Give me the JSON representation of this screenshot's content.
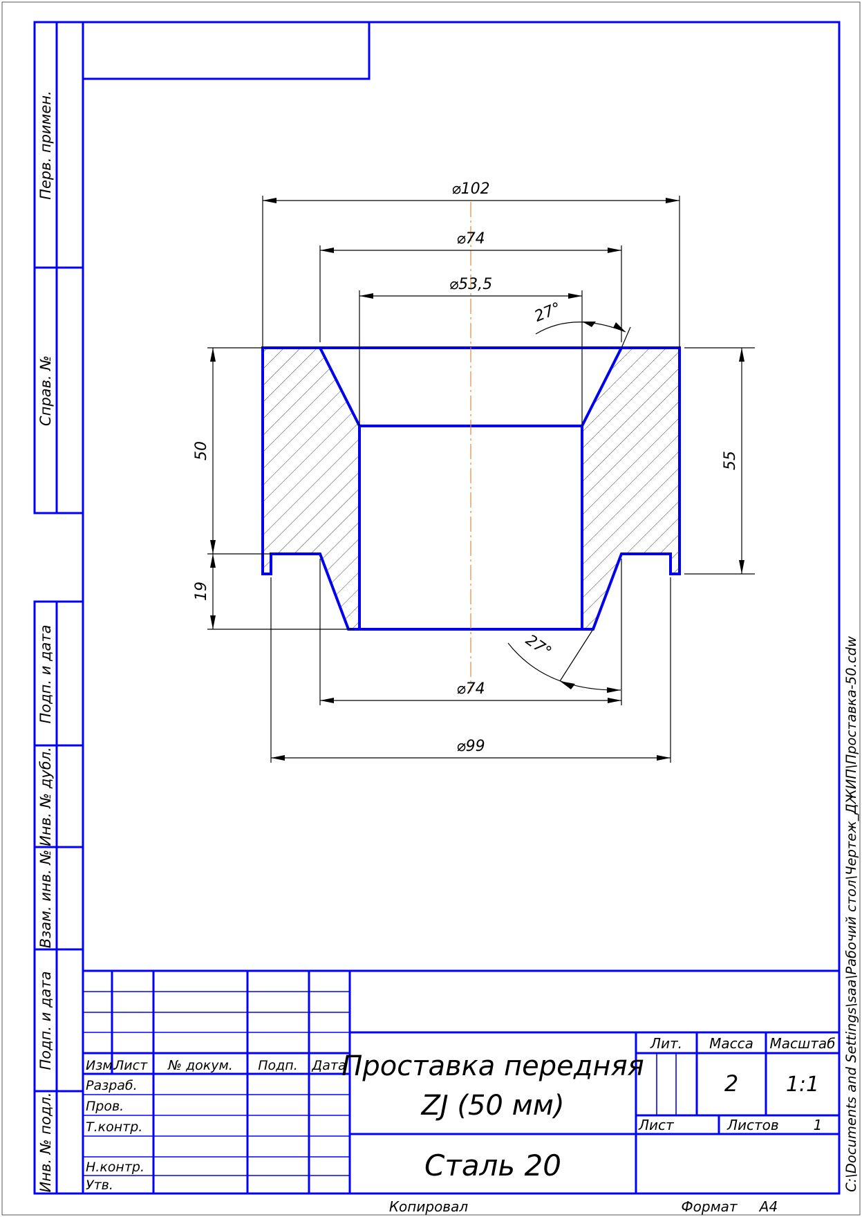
{
  "side_labels": {
    "perv_primen": "Перв. примен.",
    "sprav_no": "Справ. №",
    "podp_i_data_1": "Подп. и дата",
    "inv_no_dubl": "Инв. № дубл.",
    "vzam_inv_no": "Взам. инв. №",
    "podp_i_data_2": "Подп. и дата",
    "inv_no_podl": "Инв. № подл."
  },
  "dimensions": {
    "d_top_outer": "⌀102",
    "d_top_cone": "⌀74",
    "d_bore": "⌀53,5",
    "d_bottom_cone": "⌀74",
    "d_bottom_outer": "⌀99",
    "h_upper": "50",
    "h_lower": "19",
    "h_total": "55",
    "angle_top": "27°",
    "angle_bottom": "27°"
  },
  "title_block": {
    "headers": {
      "izm": "Изм.",
      "list": "Лист",
      "n_dokum": "№ докум.",
      "podp": "Подп.",
      "data": "Дата"
    },
    "roles": {
      "razrab": "Разраб.",
      "prov": "Пров.",
      "tkontr": "Т.контр.",
      "nkontr": "Н.контр.",
      "utv": "Утв."
    },
    "name_line1": "Проставка передняя",
    "name_line2": "ZJ (50 мм)",
    "material": "Сталь 20",
    "lit_label": "Лит.",
    "massa_label": "Масса",
    "masshtab_label": "Масштаб",
    "massa_value": "2",
    "masshtab_value": "1:1",
    "list_label": "Лист",
    "listov_label": "Листов",
    "listov_value": "1"
  },
  "footer": {
    "kopiroval": "Копировал",
    "format_label": "Формат",
    "format_value": "A4"
  },
  "file_path": "C:\\Documents and Settings\\saa\\Рабочий стол\\Чертеж_ДЖИП\\Проставка-50.cdw",
  "colors": {
    "frame": "#0000ff",
    "part": "#0000ee",
    "axis": "#e08a3c",
    "dimension": "#000000"
  }
}
